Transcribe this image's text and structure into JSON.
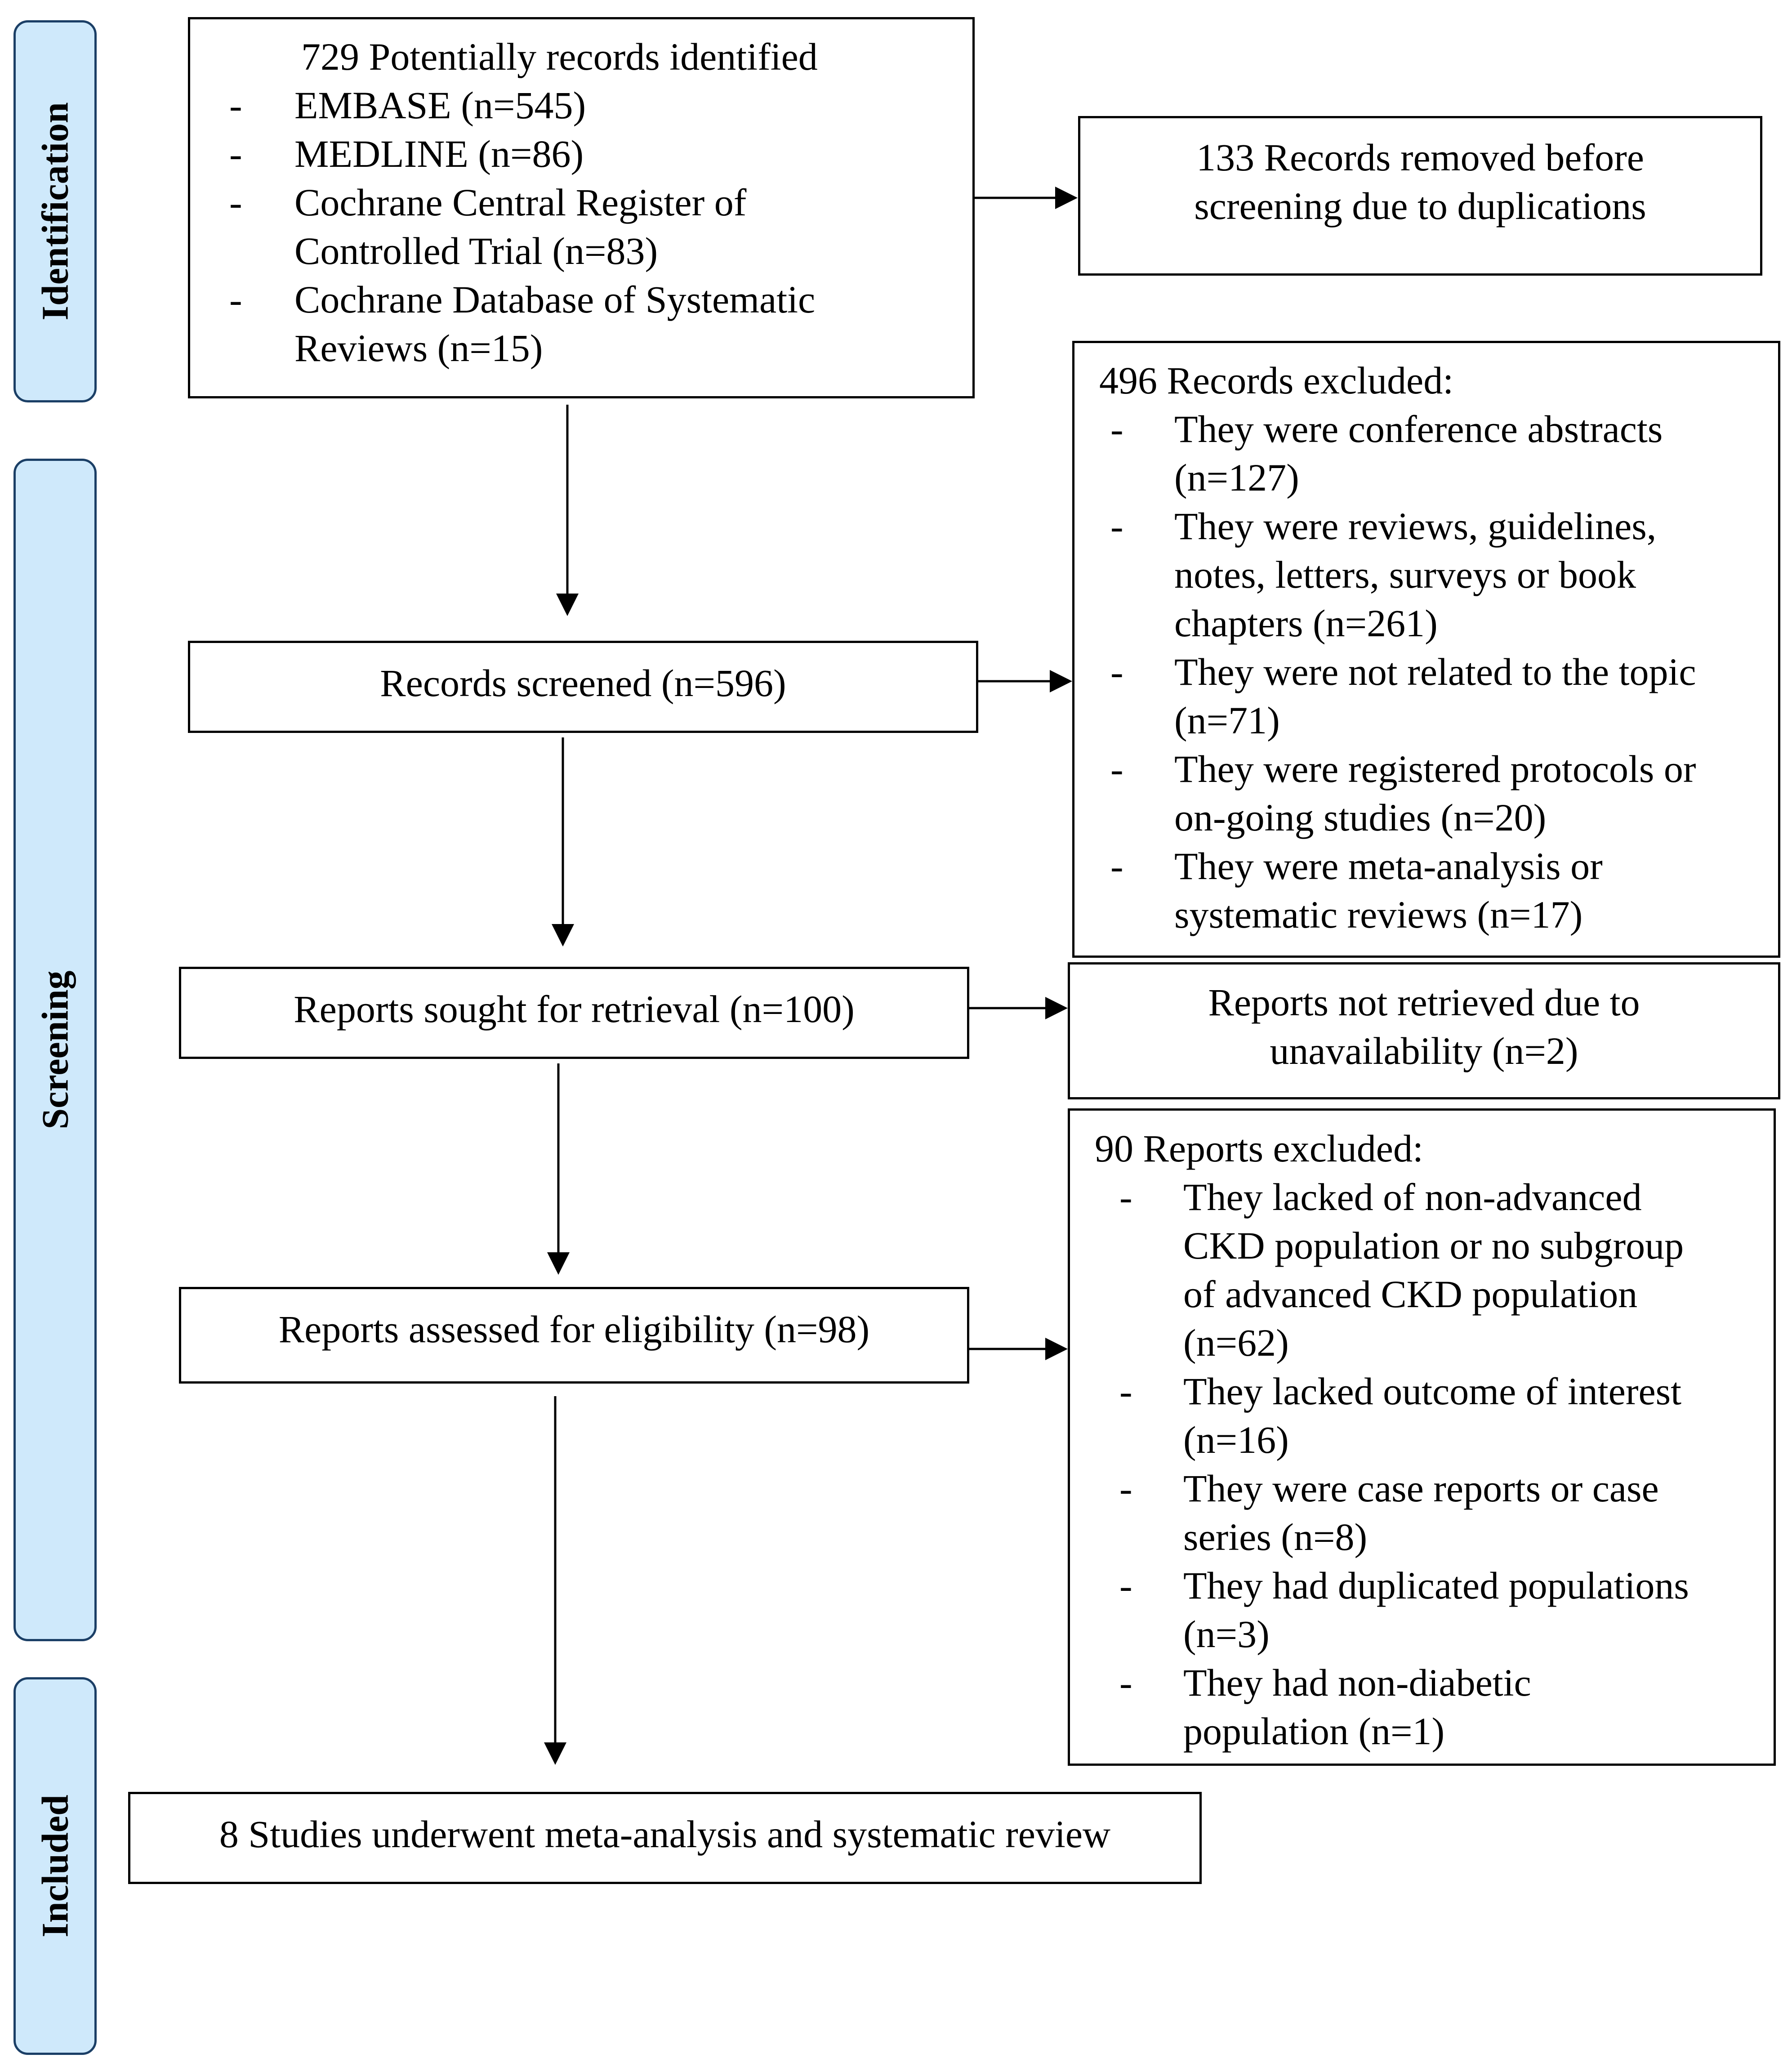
{
  "phases": {
    "identification": "Identification",
    "screening": "Screening",
    "included": "Included"
  },
  "identified": {
    "title": "729 Potentially records identified",
    "items": [
      "EMBASE (n=545)",
      "MEDLINE (n=86)",
      "Cochrane Central Register of",
      "Controlled Trial (n=83)",
      "Cochrane Database of Systematic",
      "Reviews (n=15)"
    ]
  },
  "duplicates": {
    "line1": "133 Records removed before",
    "line2": "screening due to duplications"
  },
  "screened": {
    "label": "Records screened (n=596)"
  },
  "records_excluded": {
    "title": "496 Records excluded:",
    "lines": [
      "They were conference abstracts",
      "(n=127)",
      "They were reviews, guidelines,",
      "notes, letters, surveys or book",
      "chapters (n=261)",
      "They were not related to the topic",
      "(n=71)",
      "They were registered protocols or",
      "on-going studies (n=20)",
      "They were meta-analysis or",
      "systematic reviews (n=17)"
    ]
  },
  "sought": {
    "label": "Reports sought for retrieval (n=100)"
  },
  "not_retrieved": {
    "line1": "Reports not retrieved due to",
    "line2": "unavailability (n=2)"
  },
  "assessed": {
    "label": "Reports assessed for eligibility (n=98)"
  },
  "reports_excluded": {
    "title": "90 Reports excluded:",
    "lines": [
      "They lacked of non-advanced",
      "CKD population or no subgroup",
      "of advanced CKD population",
      "(n=62)",
      "They lacked outcome of interest",
      "(n=16)",
      "They were case reports or case",
      "series (n=8)",
      "They had duplicated populations",
      "(n=3)",
      "They had non-diabetic",
      "population (n=1)"
    ]
  },
  "included": {
    "label": "8 Studies underwent meta-analysis and systematic review"
  }
}
